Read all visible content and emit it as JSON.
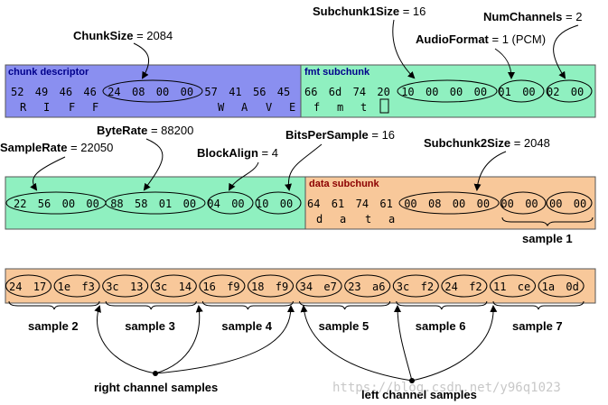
{
  "colors": {
    "chunk_descriptor_bg": "#8a8ff0",
    "fmt_bg": "#8ff0c0",
    "data_bg": "#f8c89a",
    "header_blue": "#00008b",
    "header_red": "#8b0000"
  },
  "row1": {
    "chunk_descriptor_title": "chunk descriptor",
    "fmt_title": "fmt subchunk",
    "descriptor_hex": [
      "52",
      "49",
      "46",
      "46",
      "24",
      "08",
      "00",
      "00",
      "57",
      "41",
      "56",
      "45"
    ],
    "descriptor_ascii": [
      "R",
      "I",
      "F",
      "F",
      "W",
      "A",
      "V",
      "E"
    ],
    "fmt_hex": [
      "66",
      "6d",
      "74",
      "20",
      "10",
      "00",
      "00",
      "00",
      "01",
      "00",
      "02",
      "00"
    ],
    "fmt_ascii": [
      "f",
      "m",
      "t"
    ]
  },
  "row2": {
    "data_title": "data subchunk",
    "fmt_hex": [
      "22",
      "56",
      "00",
      "00",
      "88",
      "58",
      "01",
      "00",
      "04",
      "00",
      "10",
      "00"
    ],
    "data_hex": [
      "64",
      "61",
      "74",
      "61",
      "00",
      "08",
      "00",
      "00",
      "00",
      "00",
      "00",
      "00"
    ],
    "data_ascii": [
      "d",
      "a",
      "t",
      "a"
    ],
    "sample1": "sample 1"
  },
  "row3": {
    "hex": [
      "24",
      "17",
      "1e",
      "f3",
      "3c",
      "13",
      "3c",
      "14",
      "16",
      "f9",
      "18",
      "f9",
      "34",
      "e7",
      "23",
      "a6",
      "3c",
      "f2",
      "24",
      "f2",
      "11",
      "ce",
      "1a",
      "0d"
    ],
    "samples": [
      "sample 2",
      "sample 3",
      "sample 4",
      "sample 5",
      "sample 6",
      "sample 7"
    ]
  },
  "callouts": {
    "chunk_size": {
      "name": "ChunkSize",
      "value": " = 2084"
    },
    "subchunk1_size": {
      "name": "Subchunk1Size",
      "value": " = 16"
    },
    "num_channels": {
      "name": "NumChannels",
      "value": " = 2"
    },
    "audio_format": {
      "name": "AudioFormat",
      "value": " = 1 (PCM)"
    },
    "byte_rate": {
      "name": "ByteRate",
      "value": " = 88200"
    },
    "sample_rate": {
      "name": "SampleRate",
      "value": " = 22050"
    },
    "bits_per_sample": {
      "name": "BitsPerSample",
      "value": " = 16"
    },
    "block_align": {
      "name": "BlockAlign",
      "value": " = 4"
    },
    "subchunk2_size": {
      "name": "Subchunk2Size",
      "value": " = 2048"
    },
    "right_channel": "right channel samples",
    "left_channel": "left channel samples"
  },
  "watermark": "https://blog.csdn.net/y96q1023"
}
